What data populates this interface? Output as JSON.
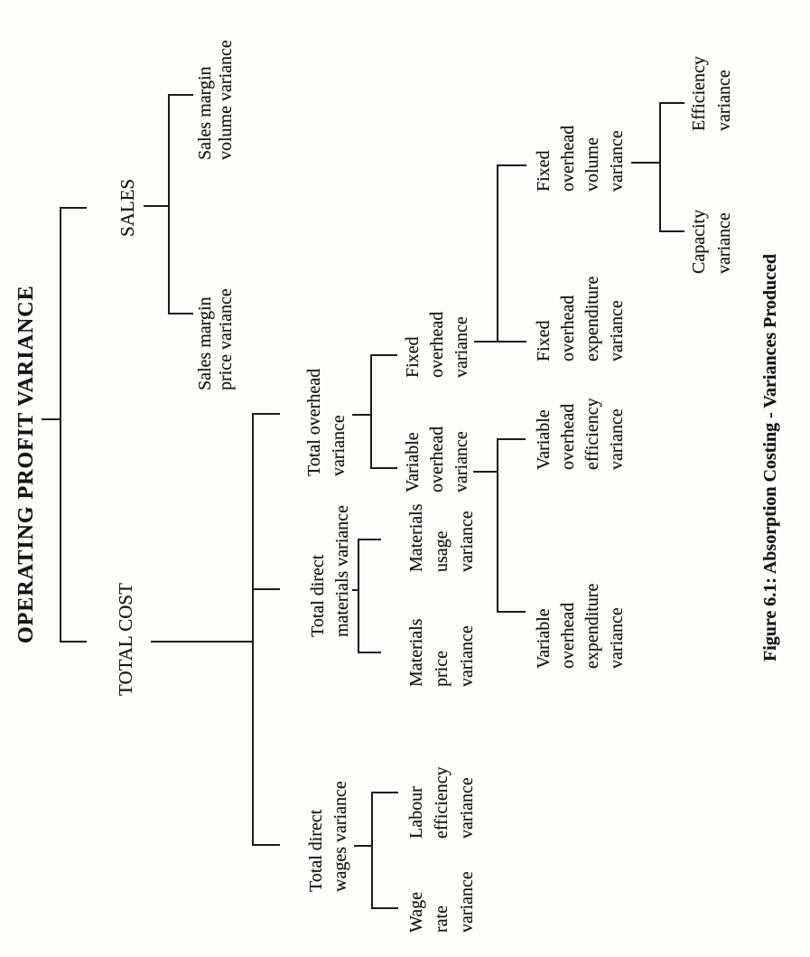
{
  "figure": {
    "caption": "Figure 6.1: Absorption Costing - Variances Produced",
    "ink_color": "#1b1b1b",
    "paper_color": "#fdfdfb"
  },
  "diagram": {
    "root": {
      "label": "OPERATING PROFIT VARIANCE"
    },
    "sales": {
      "label": "SALES",
      "price": {
        "label": "Sales margin\nprice variance"
      },
      "volume": {
        "label": "Sales margin\nvolume variance"
      }
    },
    "total_cost": {
      "label": "TOTAL COST",
      "wages": {
        "label": "Total direct\nwages variance",
        "wage_rate": {
          "label": "Wage\nrate\nvariance"
        },
        "labour_efficiency": {
          "label": "Labour\nefficiency\nvariance"
        }
      },
      "materials": {
        "label": "Total direct\nmaterials variance",
        "price": {
          "label": "Materials\nprice\nvariance"
        },
        "usage": {
          "label": "Materials\nusage\nvariance"
        }
      },
      "overhead": {
        "label": "Total overhead\nvariance",
        "variable": {
          "label": "Variable\noverhead\nvariance",
          "expenditure": {
            "label": "Variable\noverhead\nexpenditure\nvariance"
          },
          "efficiency": {
            "label": "Variable\noverhead\nefficiency\nvariance"
          }
        },
        "fixed": {
          "label": "Fixed\noverhead\nvariance",
          "expenditure": {
            "label": "Fixed\noverhead\nexpenditure\nvariance"
          },
          "volume": {
            "label": "Fixed\noverhead\nvolume\nvariance",
            "capacity": {
              "label": "Capacity\nvariance"
            },
            "efficiency": {
              "label": "Efficiency\nvariance"
            }
          }
        }
      }
    }
  }
}
